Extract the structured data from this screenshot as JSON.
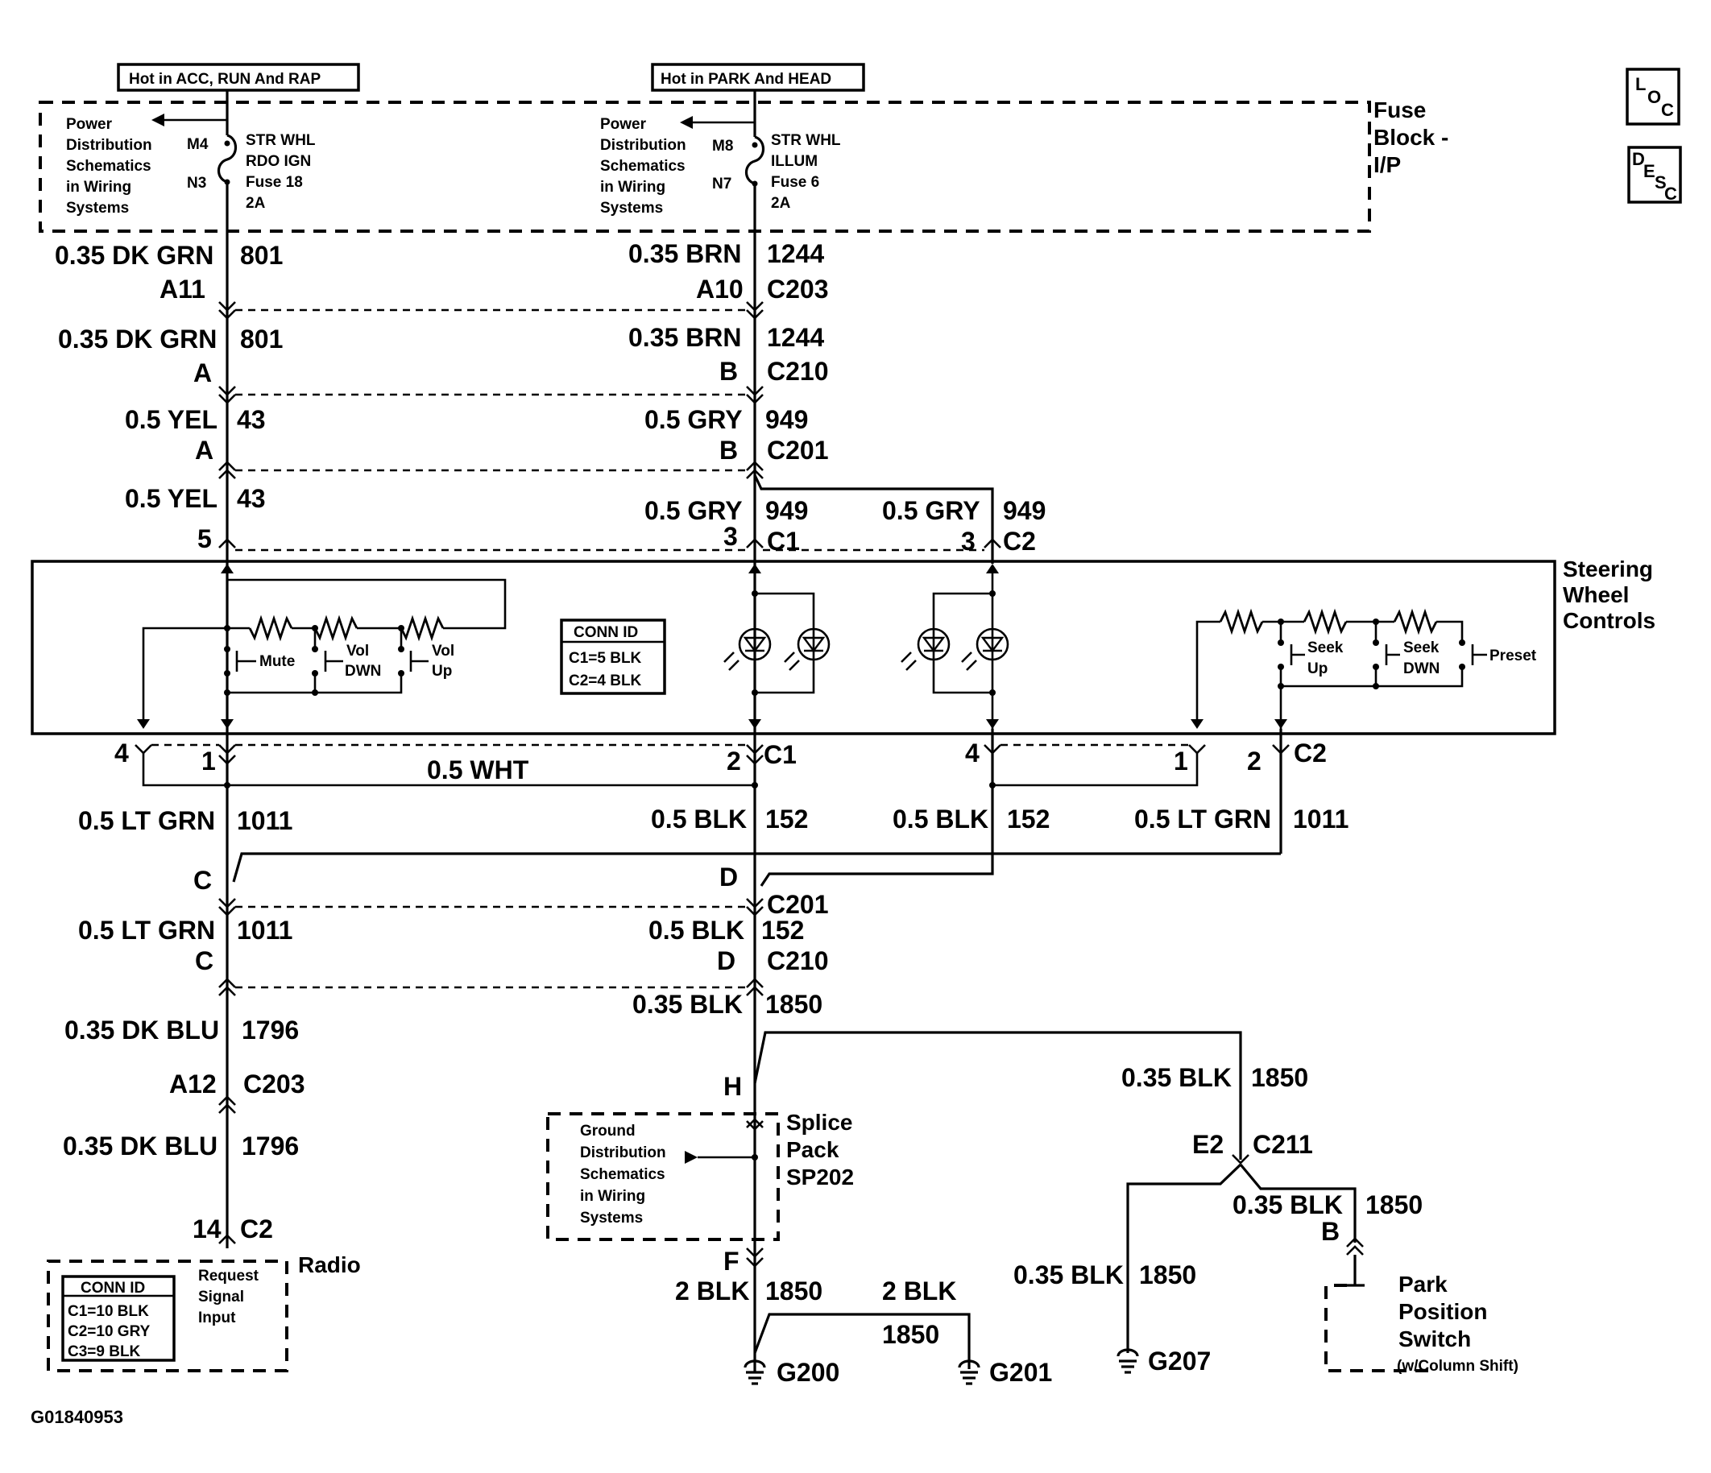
{
  "header": {
    "hot_acc": "Hot in ACC, RUN And RAP",
    "hot_park": "Hot in PARK And HEAD"
  },
  "side_icons": {
    "loc": [
      "L",
      "O",
      "C"
    ],
    "desc": [
      "D",
      "E",
      "S",
      "C"
    ]
  },
  "fuse_block": {
    "label": [
      "Fuse",
      "Block -",
      "I/P"
    ],
    "left": {
      "ref": [
        "Power",
        "Distribution",
        "Schematics",
        "in Wiring",
        "Systems"
      ],
      "pin_top": "M4",
      "pin_bot": "N3",
      "fuse": [
        "STR WHL",
        "RDO IGN",
        "Fuse 18",
        "2A"
      ]
    },
    "mid": {
      "ref": [
        "Power",
        "Distribution",
        "Schematics",
        "in Wiring",
        "Systems"
      ],
      "pin_top": "M8",
      "pin_bot": "N7",
      "fuse": [
        "STR WHL",
        "ILLUM",
        "Fuse 6",
        "2A"
      ]
    }
  },
  "wires": {
    "w801a": "0.35 DK GRN",
    "c801a": "801",
    "pA11": "A11",
    "w1244a": "0.35 BRN",
    "c1244a": "1244",
    "pA10": "A10",
    "cC203": "C203",
    "w801b": "0.35 DK GRN",
    "c801b": "801",
    "pA1": "A",
    "w1244b": "0.35 BRN",
    "c1244b": "1244",
    "pB1": "B",
    "cC210a": "C210",
    "w43a": "0.5 YEL",
    "c43a": "43",
    "pA2": "A",
    "w949a": "0.5 GRY",
    "c949a": "949",
    "pB2": "B",
    "cC201a": "C201",
    "w43b": "0.5 YEL",
    "c43b": "43",
    "p5": "5",
    "w949b": "0.5 GRY",
    "c949b": "949",
    "p3a": "3",
    "cC1a": "C1",
    "w949c": "0.5 GRY",
    "c949c": "949",
    "p3b": "3",
    "cC2a": "C2",
    "p4a": "4",
    "p1a": "1",
    "wWHT": "0.5 WHT",
    "p2a": "2",
    "cC1b": "C1",
    "p4b": "4",
    "p1b": "1",
    "p2b": "2",
    "cC2b": "C2",
    "w1011a": "0.5 LT GRN",
    "c1011a": "1011",
    "w152a": "0.5 BLK",
    "c152a": "152",
    "w152b": "0.5 BLK",
    "c152b": "152",
    "w1011b": "0.5 LT GRN",
    "c1011b": "1011",
    "pC1": "C",
    "pD1": "D",
    "cC201b": "C201",
    "w1011c": "0.5 LT GRN",
    "c1011c": "1011",
    "w152c": "0.5 BLK",
    "c152c": "152",
    "pC2": "C",
    "pD2": "D",
    "cC210b": "C210",
    "w1850a": "0.35 BLK",
    "c1850a": "1850",
    "w1796a": "0.35 DK BLU",
    "c1796a": "1796",
    "pA12": "A12",
    "cC203b": "C203",
    "w1796b": "0.35 DK BLU",
    "c1796b": "1796",
    "pH": "H",
    "w1850b": "0.35 BLK",
    "c1850b": "1850",
    "pE2": "E2",
    "cC211": "C211",
    "w1850c": "0.35 BLK",
    "c1850c": "1850",
    "pB3": "B",
    "w1850d": "0.35 BLK",
    "c1850d": "1850",
    "pF": "F",
    "w1850e": "2 BLK",
    "c1850e": "1850",
    "w1850f": "2 BLK",
    "c1850f": "1850",
    "p14": "14",
    "cC2c": "C2"
  },
  "steering": {
    "label": [
      "Steering",
      "Wheel",
      "Controls"
    ],
    "conn_id": {
      "title": "CONN ID",
      "rows": [
        "C1=5 BLK",
        "C2=4 BLK"
      ]
    },
    "switches": {
      "mute": "Mute",
      "vol_dwn": [
        "Vol",
        "DWN"
      ],
      "vol_up": [
        "Vol",
        "Up"
      ],
      "seek_up": [
        "Seek",
        "Up"
      ],
      "seek_dwn": [
        "Seek",
        "DWN"
      ],
      "preset": "Preset"
    }
  },
  "splice": {
    "label": [
      "Splice",
      "Pack",
      "SP202"
    ],
    "ref": [
      "Ground",
      "Distribution",
      "Schematics",
      "in Wiring",
      "Systems"
    ]
  },
  "radio": {
    "label": "Radio",
    "conn_id": {
      "title": "CONN ID",
      "rows": [
        "C1=10 BLK",
        "C2=10 GRY",
        "C3=9 BLK"
      ]
    },
    "input": [
      "Request",
      "Signal",
      "Input"
    ]
  },
  "park": {
    "label": [
      "Park",
      "Position",
      "Switch"
    ],
    "note": "(w/Column Shift)"
  },
  "grounds": {
    "g200": "G200",
    "g201": "G201",
    "g207": "G207"
  },
  "figure_id": "G01840953"
}
